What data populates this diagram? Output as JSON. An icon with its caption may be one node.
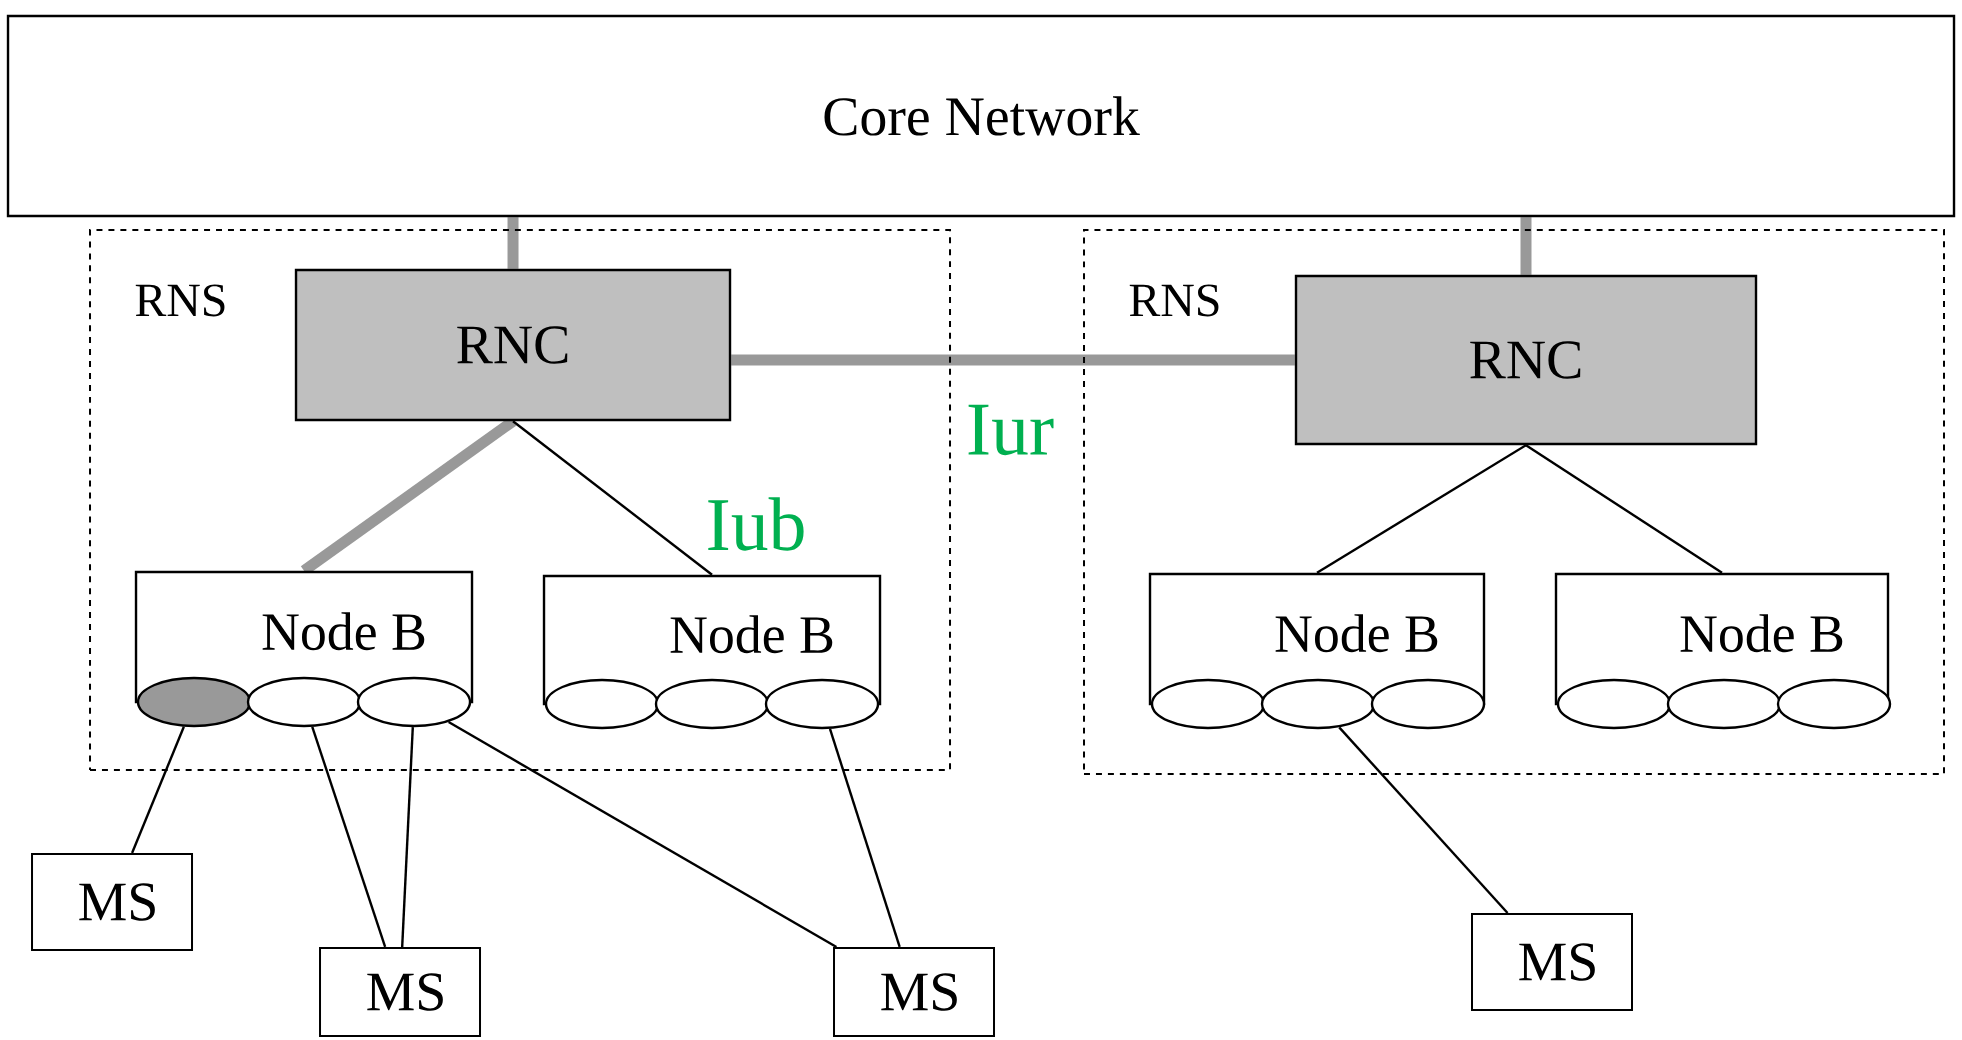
{
  "diagram": {
    "nodes": [
      {
        "text": [
          "Core Network"
        ]
      },
      {
        "text": [
          "RNS"
        ]
      },
      {
        "text": [
          "RNC"
        ],
        "in": 1
      },
      {
        "text": [
          "Node B"
        ],
        "in": 1
      },
      {
        "text": [],
        "shape": "ellipse",
        "in": 1
      },
      {
        "text": [],
        "shape": "ellipse",
        "in": 1
      },
      {
        "text": [],
        "shape": "ellipse",
        "in": 1
      },
      {
        "text": [
          "Node B"
        ],
        "in": 1
      },
      {
        "text": [],
        "shape": "ellipse",
        "in": 1
      },
      {
        "text": [],
        "shape": "ellipse",
        "in": 1
      },
      {
        "text": [],
        "shape": "ellipse",
        "in": 1
      },
      {
        "text": [
          "RNS"
        ]
      },
      {
        "text": [
          "RNC"
        ],
        "in": 11
      },
      {
        "text": [
          "Node B"
        ],
        "in": 11
      },
      {
        "text": [],
        "shape": "ellipse",
        "in": 11
      },
      {
        "text": [],
        "shape": "ellipse",
        "in": 11
      },
      {
        "text": [],
        "shape": "ellipse",
        "in": 11
      },
      {
        "text": [
          "Node B"
        ],
        "in": 11
      },
      {
        "text": [],
        "shape": "ellipse",
        "in": 11
      },
      {
        "text": [],
        "shape": "ellipse",
        "in": 11
      },
      {
        "text": [],
        "shape": "ellipse",
        "in": 11
      },
      {
        "text": [
          "MS"
        ]
      },
      {
        "text": [
          "MS"
        ]
      },
      {
        "text": [
          "MS"
        ]
      },
      {
        "text": [
          "MS"
        ]
      }
    ],
    "edges": [
      {
        "from": 0,
        "to": 2,
        "arrow": "none",
        "style": "thick",
        "color": "#999999"
      },
      {
        "from": 0,
        "to": 12,
        "arrow": "none",
        "style": "thick",
        "color": "#999999"
      },
      {
        "from": 2,
        "to": 12,
        "arrow": "none",
        "label": "Iur",
        "style": "thick",
        "color": "#999999"
      },
      {
        "from": 2,
        "to": 3,
        "arrow": "none",
        "style": "thick",
        "color": "#999999"
      },
      {
        "from": 2,
        "to": 7,
        "arrow": "none",
        "label": "Iub"
      },
      {
        "from": 12,
        "to": 13,
        "arrow": "none"
      },
      {
        "from": 12,
        "to": 17,
        "arrow": "none"
      },
      {
        "from": 4,
        "to": 21,
        "arrow": "none"
      },
      {
        "from": 5,
        "to": 22,
        "arrow": "none"
      },
      {
        "from": 6,
        "to": 22,
        "arrow": "none"
      },
      {
        "from": 6,
        "to": 23,
        "arrow": "none"
      },
      {
        "from": 10,
        "to": 23,
        "arrow": "none"
      },
      {
        "from": 15,
        "to": 24,
        "arrow": "none"
      }
    ]
  }
}
